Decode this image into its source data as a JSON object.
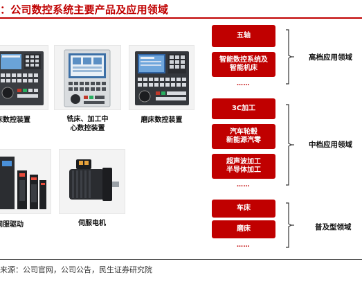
{
  "title": "：公司数控系统主要产品及应用领域",
  "source": "来源：公司官网，公司公告，民生证券研究院",
  "products": [
    {
      "label": "床数控装置"
    },
    {
      "label_line1": "铣床、加工中",
      "label_line2": "心数控装置"
    },
    {
      "label": "磨床数控装置"
    },
    {
      "label": "伺服驱动"
    },
    {
      "label": "伺服电机"
    }
  ],
  "groups": [
    {
      "name": "高档应用领域",
      "items": [
        {
          "line1": "五轴",
          "line2": ""
        },
        {
          "line1": "智能数控系统及",
          "line2": "智能机床"
        }
      ],
      "ellipsis": "……"
    },
    {
      "name": "中档应用领域",
      "items": [
        {
          "line1": "3C加工",
          "line2": ""
        },
        {
          "line1": "汽车轮毂",
          "line2": "新能源汽零"
        },
        {
          "line1": "超声波加工",
          "line2": "半导体加工"
        }
      ],
      "ellipsis": "……"
    },
    {
      "name": "普及型领域",
      "items": [
        {
          "line1": "车床",
          "line2": ""
        },
        {
          "line1": "磨床",
          "line2": ""
        }
      ],
      "ellipsis": "……"
    }
  ]
}
